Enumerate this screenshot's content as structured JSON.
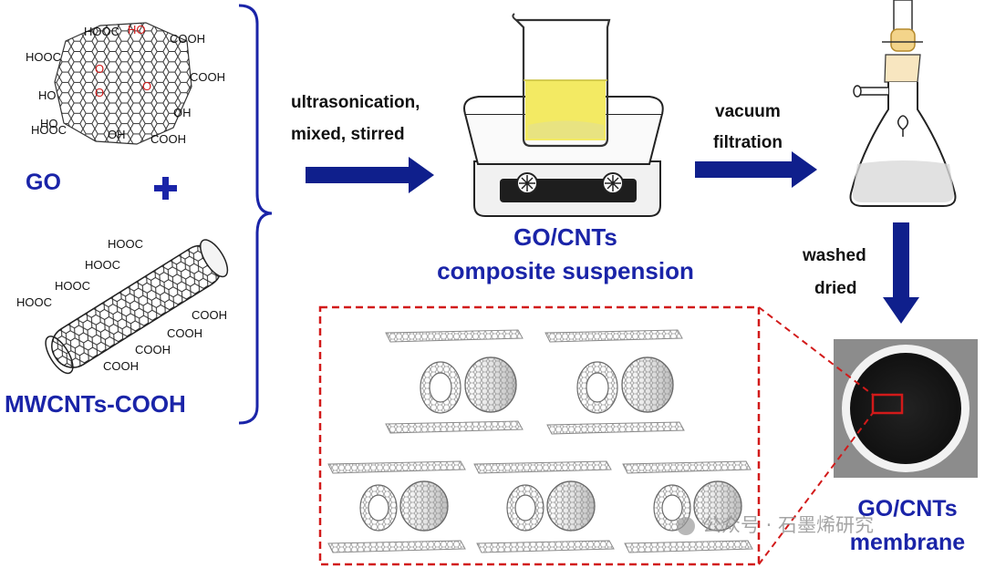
{
  "labels": {
    "go": "GO",
    "cnt": "MWCNTs-COOH",
    "plus": "+",
    "step1_line1": "ultrasonication,",
    "step1_line2": "mixed, stirred",
    "step2_line1": "vacuum",
    "step2_line2": "filtration",
    "step3_line1": "washed",
    "step3_line2": "dried",
    "suspension_line1": "GO/CNTs",
    "suspension_line2": "composite suspension",
    "membrane_line1": "GO/CNTs",
    "membrane_line2": "membrane"
  },
  "go_groups": [
    "HOOC",
    "HO",
    "COOH",
    "HOOC",
    "COOH",
    "HO",
    "O",
    "O",
    "O",
    "HO",
    "OH",
    "HOOC",
    "OH",
    "COOH"
  ],
  "cnt_groups": [
    "HOOC",
    "HOOC",
    "HOOC",
    "HOOC",
    "COOH",
    "COOH",
    "COOH",
    "COOH"
  ],
  "watermark": "公众号 · 石墨烯研究",
  "colors": {
    "label_blue": "#1a24a8",
    "arrow_navy": "#0f1f8c",
    "callout_red": "#d21a1a",
    "suspension_yellow": "#f3ea63",
    "membrane_black": "#1b1b1b"
  }
}
